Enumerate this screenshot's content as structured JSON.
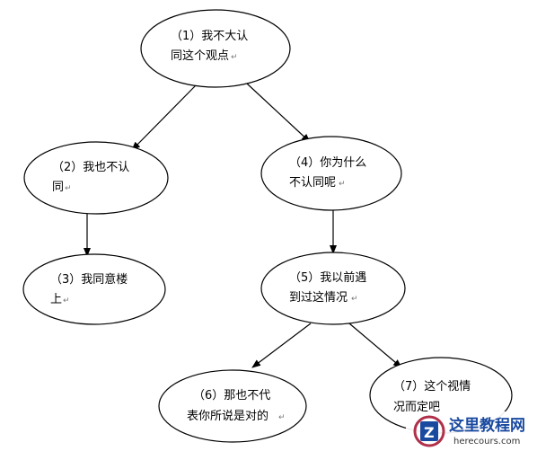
{
  "nodes": [
    {
      "id": "n1",
      "line1": "（1）我不大认",
      "line2": "同这个观点"
    },
    {
      "id": "n2",
      "line1": "（2）我也不认",
      "line2": "同"
    },
    {
      "id": "n3",
      "line1": "（3）我同意楼",
      "line2": "上"
    },
    {
      "id": "n4",
      "line1": "（4）你为什么",
      "line2": "不认同呢"
    },
    {
      "id": "n5",
      "line1": "（5）我以前遇",
      "line2": "到过这情况"
    },
    {
      "id": "n6",
      "line1": "（6）那也不代",
      "line2": "表你所说是对的"
    },
    {
      "id": "n7",
      "line1": "（7）这个视情",
      "line2": "况而定吧"
    }
  ],
  "edges": [
    {
      "from": "n1",
      "to": "n2"
    },
    {
      "from": "n1",
      "to": "n4"
    },
    {
      "from": "n2",
      "to": "n3"
    },
    {
      "from": "n4",
      "to": "n5"
    },
    {
      "from": "n5",
      "to": "n6"
    },
    {
      "from": "n5",
      "to": "n7"
    }
  ],
  "paragraph_mark": "↵",
  "watermark": {
    "title": "这里教程网",
    "url": "herecours.com",
    "logo_letter": "Z",
    "color": "#1a4aa0"
  }
}
